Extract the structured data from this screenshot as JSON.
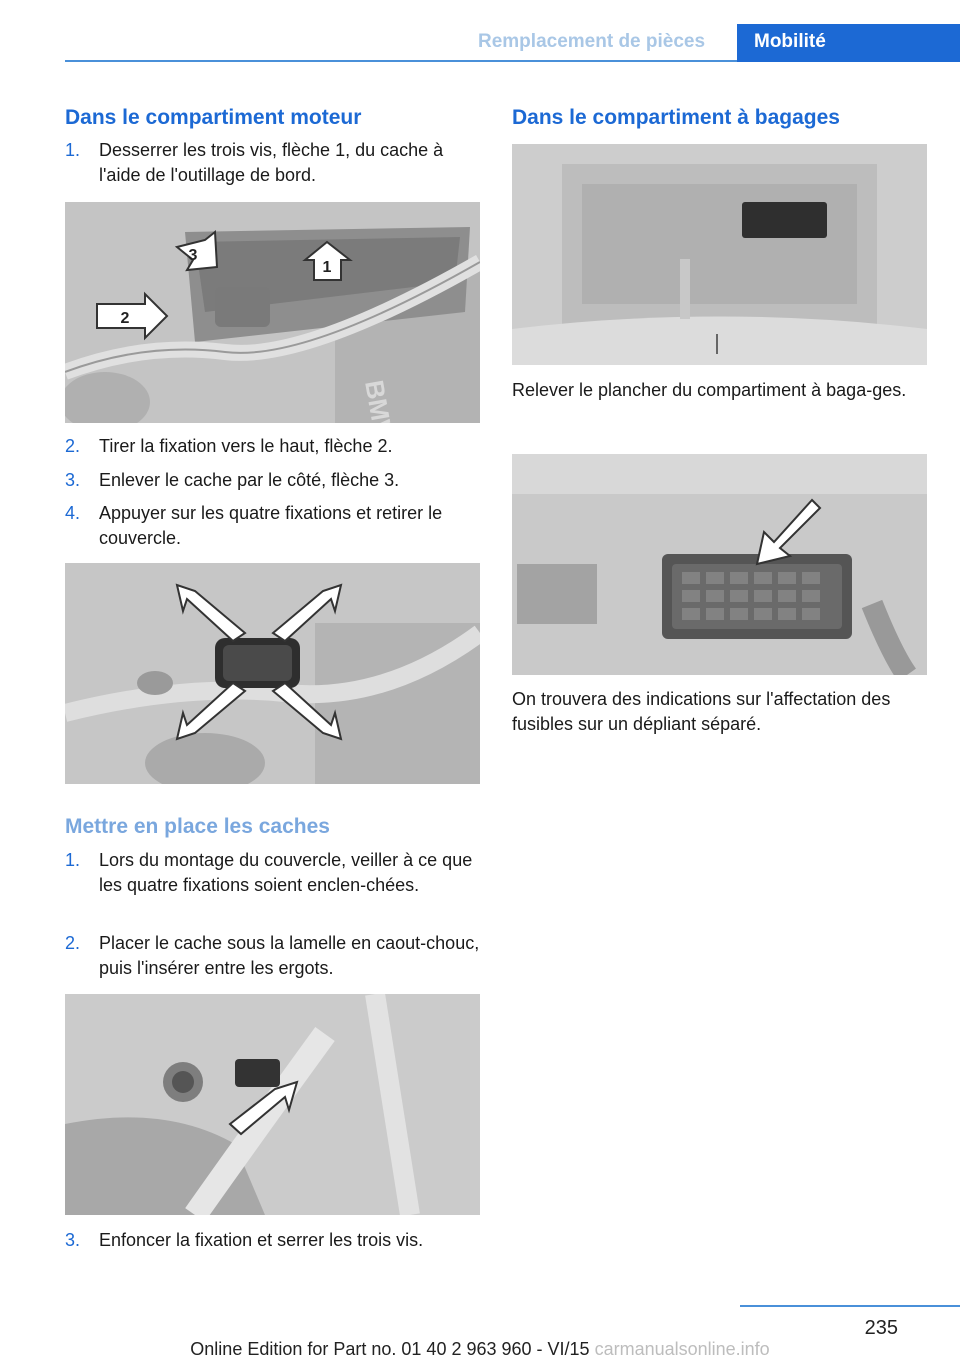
{
  "header": {
    "section": "Remplacement de pièces",
    "tab": "Mobilité"
  },
  "left": {
    "heading1": "Dans le compartiment moteur",
    "steps_a": [
      {
        "num": "1.",
        "text": "Desserrer les trois vis, flèche 1, du cache à l'aide de l'outillage de bord."
      }
    ],
    "fig1_labels": [
      "1",
      "2",
      "3"
    ],
    "fig1_brand": "BMW",
    "steps_b": [
      {
        "num": "2.",
        "text": "Tirer la fixation vers le haut, flèche 2."
      },
      {
        "num": "3.",
        "text": "Enlever le cache par le côté, flèche 3."
      },
      {
        "num": "4.",
        "text": "Appuyer sur les quatre fixations et retirer le couvercle."
      }
    ],
    "heading2": "Mettre en place les caches",
    "steps_c": [
      {
        "num": "1.",
        "text": "Lors du montage du couvercle, veiller à ce que les quatre fixations soient enclen-chées."
      },
      {
        "num": "2.",
        "text": "Placer le cache sous la lamelle en caout-chouc, puis l'insérer entre les ergots."
      }
    ],
    "steps_d": [
      {
        "num": "3.",
        "text": "Enfoncer la fixation et serrer les trois vis."
      }
    ]
  },
  "right": {
    "heading": "Dans le compartiment à bagages",
    "para1": "Relever le plancher du compartiment à baga-ges.",
    "para2": "On trouvera des indications sur l'affectation des fusibles sur un dépliant séparé."
  },
  "footer": {
    "page": "235",
    "edition": "Online Edition for Part no. 01 40 2 963 960 - VI/15",
    "watermark": "carmanualsonline.info"
  }
}
